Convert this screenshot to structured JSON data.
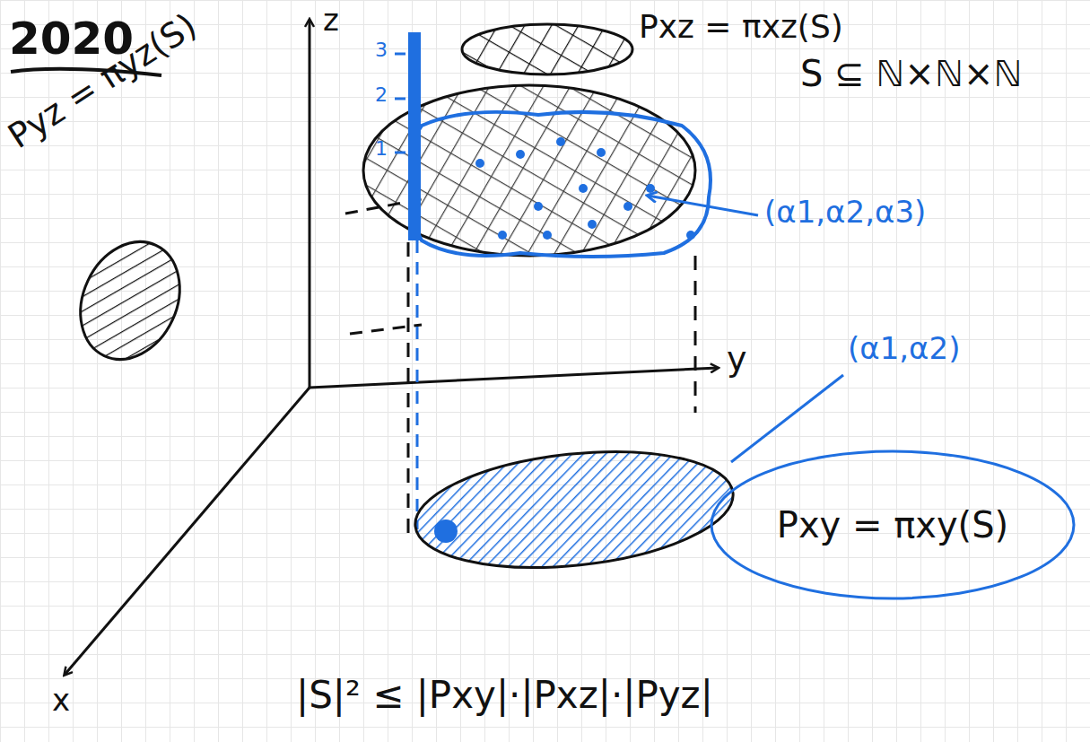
{
  "diagram": {
    "nodes": [
      {
        "text": [
          "Pxy = πxy(S)"
        ]
      }
    ],
    "labels": [
      "2020",
      "z",
      "Pxz = πxz(S)",
      "S ⊆ ℕ×ℕ×ℕ",
      "3",
      "2",
      "1",
      "Pyz = πyz(S)",
      "(α1,α2,α3)",
      "y",
      "(α1,α2)",
      "x",
      "|S|² ≤ |Pxy|·|Pxz|·|Pyz|"
    ]
  }
}
